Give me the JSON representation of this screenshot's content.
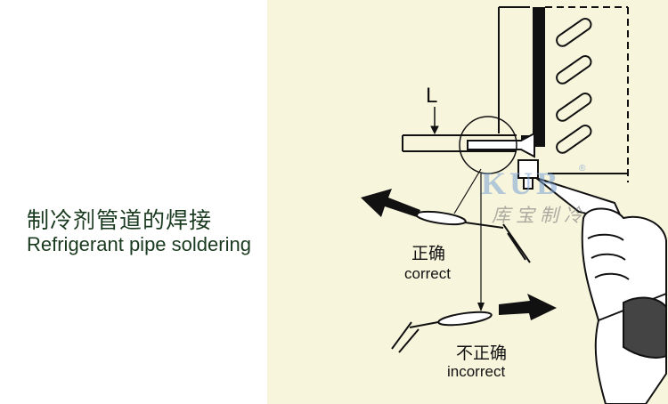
{
  "title": {
    "chinese": "制冷剂管道的焊接",
    "english": "Refrigerant pipe soldering"
  },
  "labels": {
    "length": "L",
    "correct_zh": "正确",
    "correct_en": "correct",
    "incorrect_zh": "不正确",
    "incorrect_en": "incorrect"
  },
  "watermark": {
    "latin": "KUB",
    "registered": "®",
    "chinese": "库宝制冷"
  },
  "colors": {
    "background_right": "#f8f5dd",
    "title_text": "#1a3a1f",
    "ink": "#111111",
    "watermark": "#78a0d2"
  }
}
